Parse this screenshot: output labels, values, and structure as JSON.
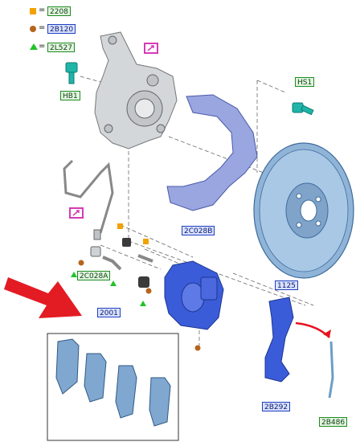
{
  "legend": [
    {
      "symbol": "square",
      "color": "#f2a200",
      "eq": "=",
      "label": "2208",
      "label_style": "blue"
    },
    {
      "symbol": "circle",
      "color": "#b5651d",
      "eq": "=",
      "label": "2B120",
      "label_style": "blue"
    },
    {
      "symbol": "triangle",
      "color": "#22c22a",
      "eq": "=",
      "label": "2L527",
      "label_style": "green"
    }
  ],
  "parts": {
    "hb1": "HB1",
    "hs1": "HS1",
    "shield": "2C028B",
    "disc": "1125",
    "pin_kit": "2C028A",
    "pad_set": "2001",
    "bracket": "2B292",
    "clip": "2B486"
  },
  "colors": {
    "part_blue": "#3b5cd9",
    "metal": "#bfc3c7",
    "disc": "#8fb4d8",
    "pad": "#7fa7cf",
    "arrow": "#e8131f",
    "bolt": "#1fb5a8"
  },
  "icons": [
    "hand-pointer-icon",
    "hand-pointer-icon"
  ]
}
